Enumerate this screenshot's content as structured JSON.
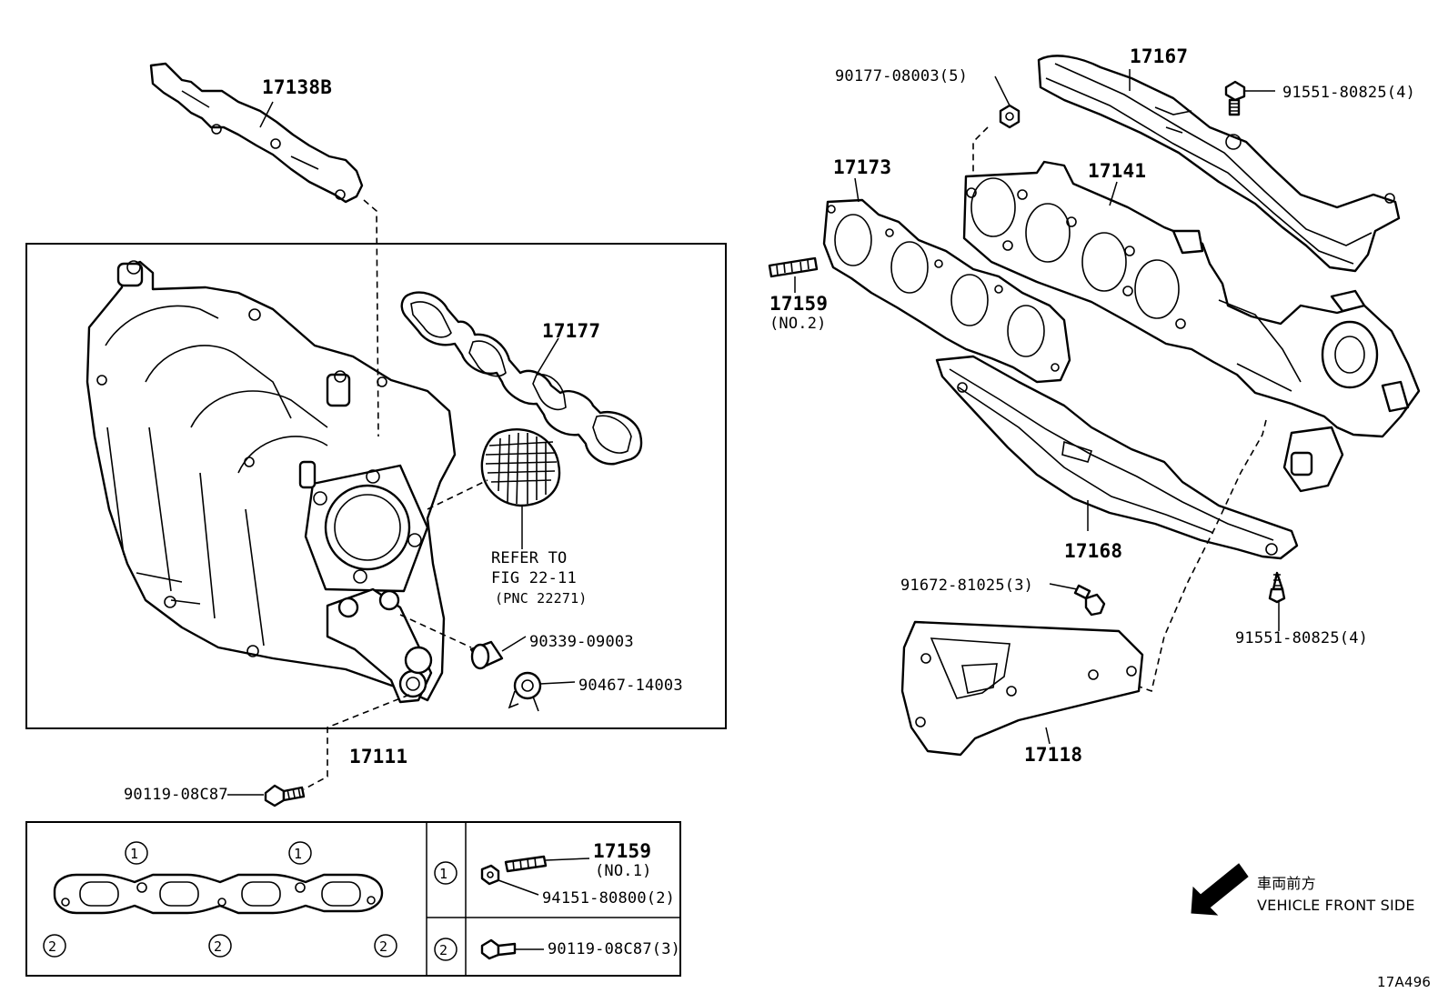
{
  "parts": {
    "gasket_top": "17138B",
    "intake_manifold": "17111",
    "intake_gasket": "17177",
    "refer": [
      "REFER TO",
      "FIG 22-11",
      "(PNC 22271)"
    ],
    "plug": "90339-09003",
    "clamp": "90467-14003",
    "bolt_bottom": "90119-08C87",
    "nut_top": "90177-08003(5)",
    "heat_insulator_upper": "17167",
    "bolt_upper_right": "91551-80825(4)",
    "exhaust_gasket": "17173",
    "exhaust_manifold": "17141",
    "stud_no2": [
      "17159",
      "(NO.2)"
    ],
    "heat_insulator_lower": "17168",
    "bolt_stay": "91672-81025(3)",
    "bolt_lower_right": "91551-80825(4)",
    "stay": "17118"
  },
  "legend": {
    "marker_1": "1",
    "marker_2": "2",
    "stud_no1": [
      "17159",
      "(NO.1)"
    ],
    "nut": "94151-80800(2)",
    "bolt": "90119-08C87(3)"
  },
  "direction": {
    "jp": "車両前方",
    "en": "VEHICLE FRONT SIDE"
  },
  "figure_id": "17A496"
}
